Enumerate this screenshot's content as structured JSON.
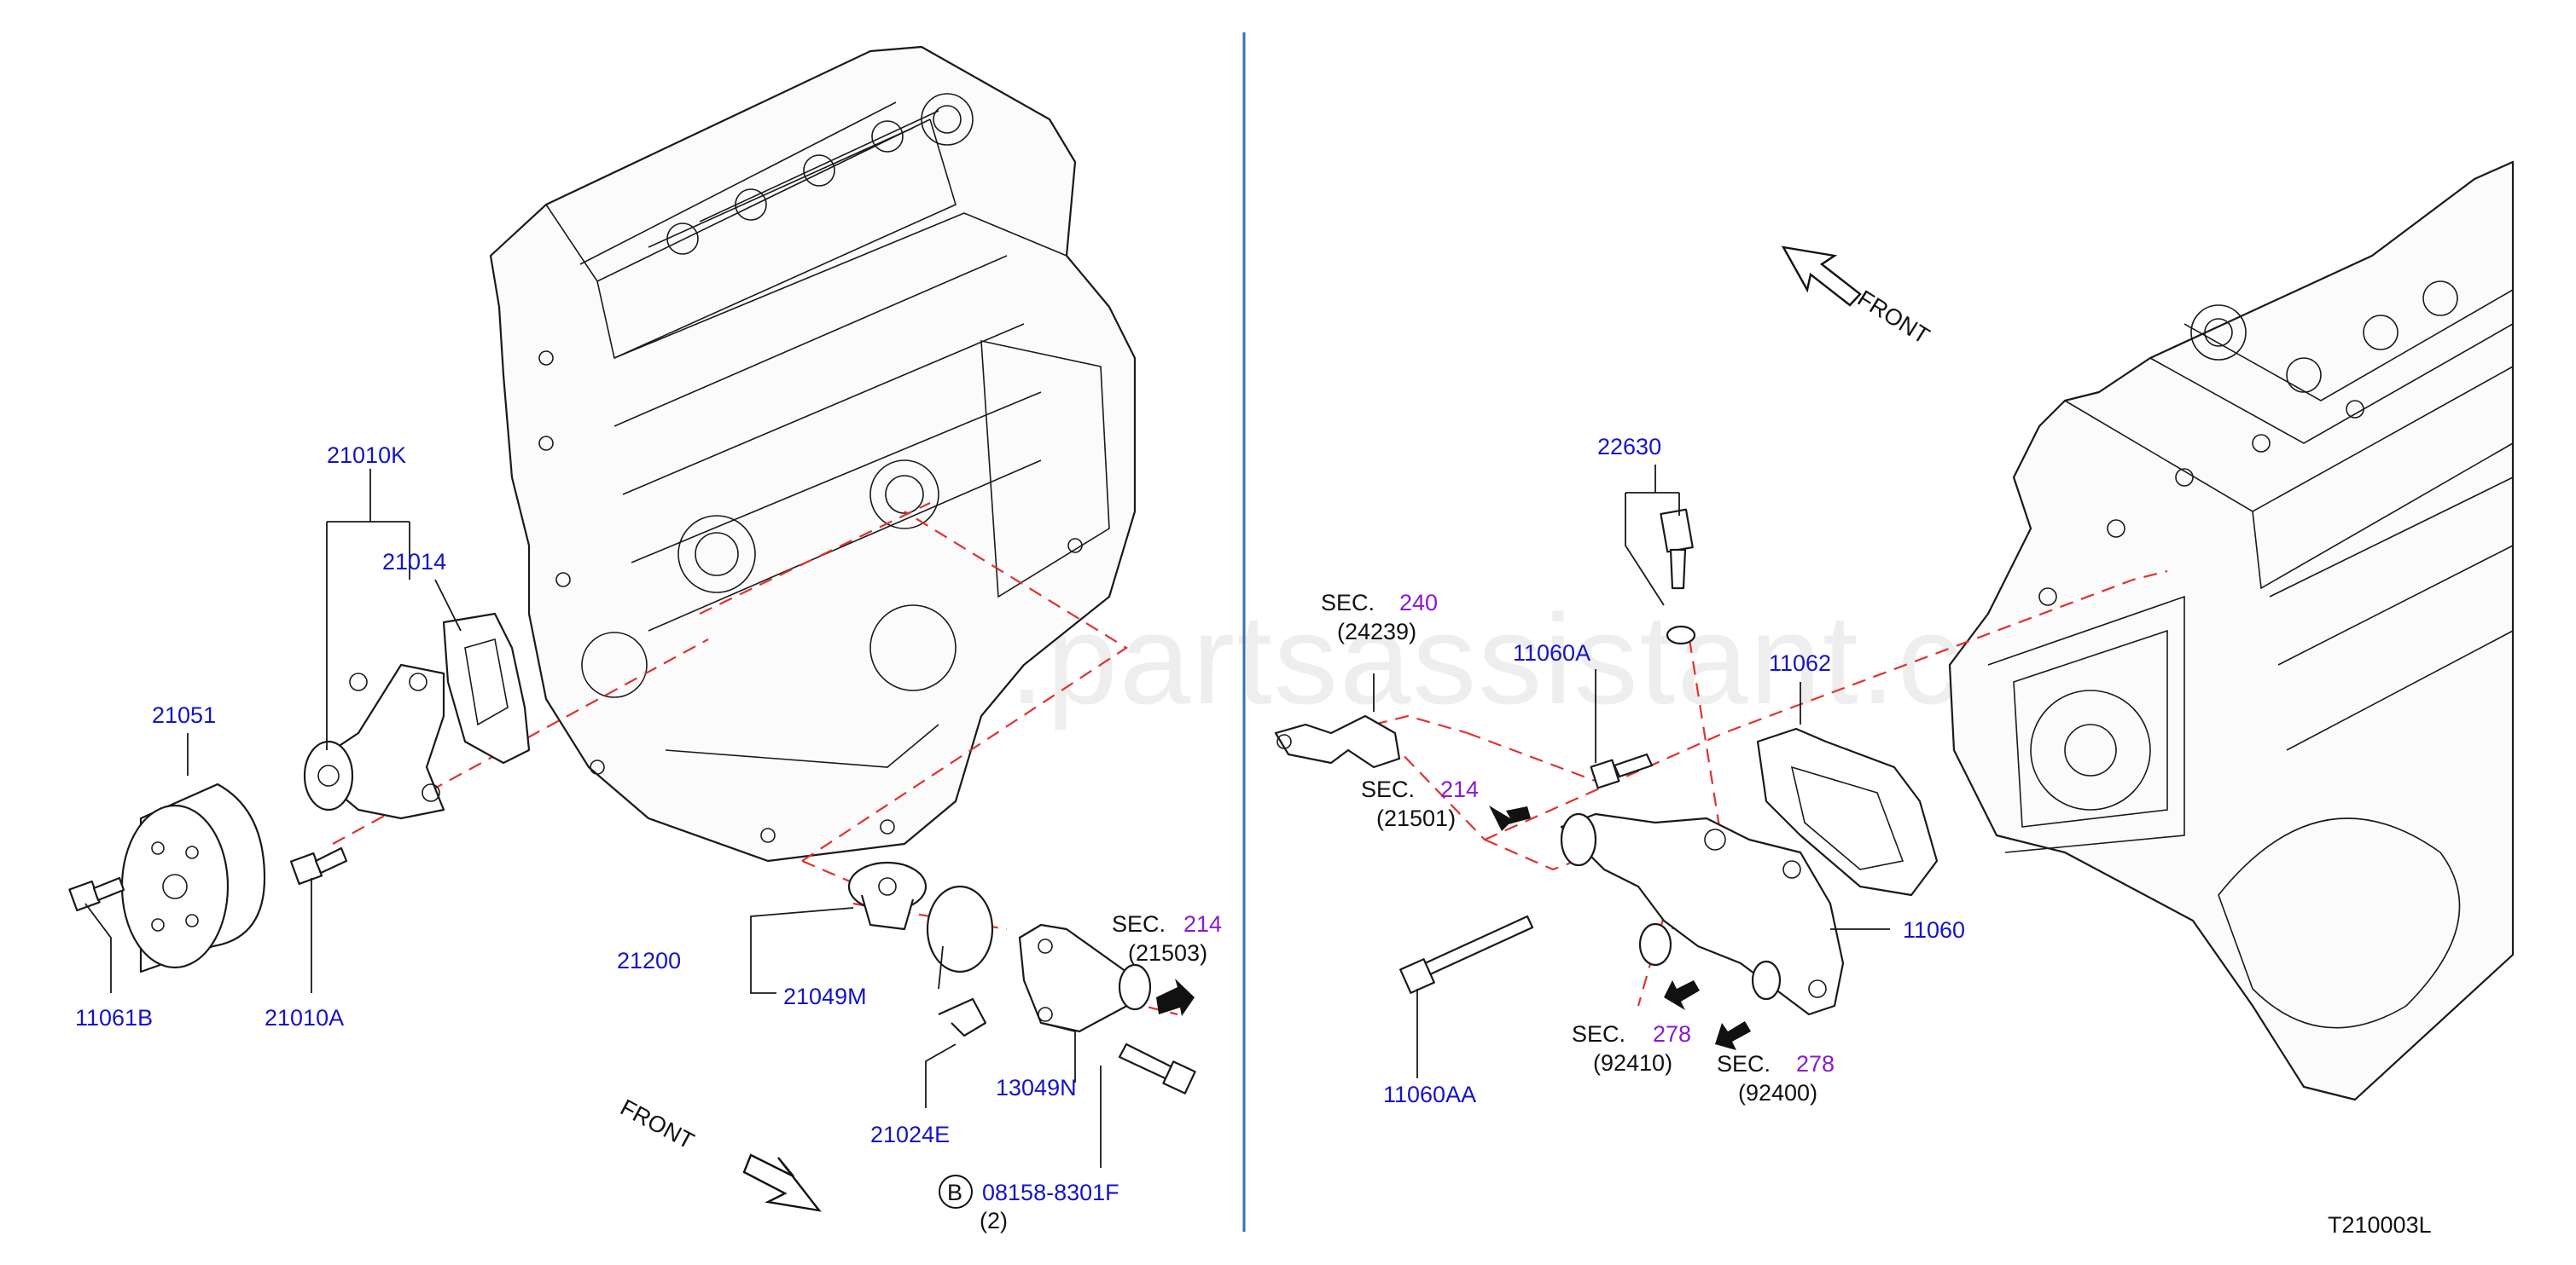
{
  "watermark": "www.partsassistant.com",
  "diagram_code": "T210003L",
  "left": {
    "front_label": "FRONT",
    "parts": {
      "p21010K": "21010K",
      "p21014": "21014",
      "p21051": "21051",
      "p11061B": "11061B",
      "p21010A": "21010A",
      "p21200": "21200",
      "p21049M": "21049M",
      "p21024E": "21024E",
      "p13049N": "13049N",
      "p08158": "08158-8301F",
      "p08158_qty": "(2)",
      "p08158_badge": "B"
    },
    "sec214": {
      "sec": "SEC.",
      "num": "214",
      "ref": "(21503)"
    }
  },
  "right": {
    "front_label": "FRONT",
    "parts": {
      "p22630": "22630",
      "p11060A": "11060A",
      "p11062": "11062",
      "p11060": "11060",
      "p11060AA": "11060AA"
    },
    "sec240": {
      "sec": "SEC.",
      "num": "240",
      "ref": "(24239)"
    },
    "sec214": {
      "sec": "SEC.",
      "num": "214",
      "ref": "(21501)"
    },
    "sec278a": {
      "sec": "SEC.",
      "num": "278",
      "ref": "(92410)"
    },
    "sec278b": {
      "sec": "SEC.",
      "num": "278",
      "ref": "(92400)"
    }
  },
  "colors": {
    "part_number": "#1414c8",
    "section_number": "#8a1ad0",
    "phantom_line": "#e23030",
    "divider": "#3a6fb0"
  }
}
